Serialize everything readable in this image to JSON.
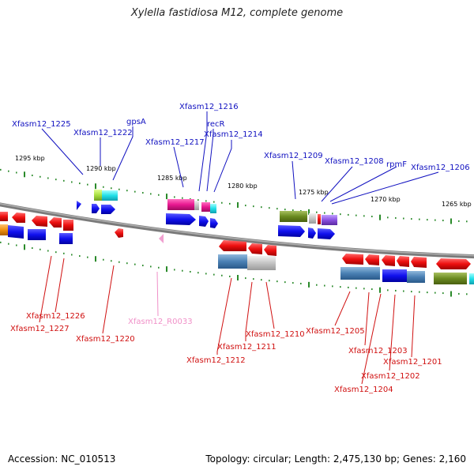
{
  "title": "Xylella fastidiosa M12, complete genome",
  "footer": {
    "accession": "Accession: NC_010513",
    "summary": "Topology: circular; Length: 2,475,130 bp; Genes: 2,160"
  },
  "colors": {
    "forward_label": "#1010c0",
    "reverse_label": "#d01010",
    "rna_label": "#f090c8",
    "tick": "#2a8a2a",
    "backbone": "#808080"
  },
  "ticks": [
    "1295 kbp",
    "1290 kbp",
    "1285 kbp",
    "1280 kbp",
    "1275 kbp",
    "1270 kbp",
    "1265 kbp"
  ],
  "forward_labels": [
    "Xfasm12_1225",
    "Xfasm12_1222",
    "gpsA",
    "Xfasm12_1217",
    "Xfasm12_1216",
    "recR",
    "Xfasm12_1214",
    "Xfasm12_1209",
    "Xfasm12_1208",
    "rpmF",
    "Xfasm12_1206"
  ],
  "reverse_labels": [
    "Xfasm12_1226",
    "Xfasm12_1227",
    "Xfasm12_1220",
    "Xfasm12_R0033",
    "Xfasm12_1210",
    "Xfasm12_1211",
    "Xfasm12_1212",
    "Xfasm12_1205",
    "Xfasm12_1203",
    "Xfasm12_1201",
    "Xfasm12_1202",
    "Xfasm12_1204"
  ]
}
